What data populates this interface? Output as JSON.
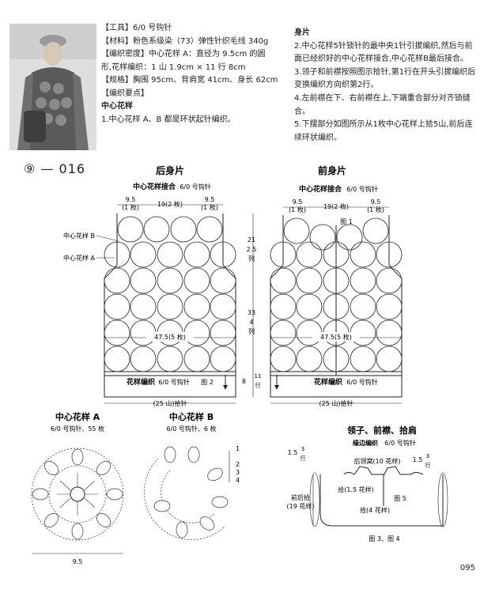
{
  "photo_alt": "毛衣模特照片",
  "code": "⑨ — 016",
  "info": {
    "tools": "【工具】6/0 号钩针",
    "material": "【材料】粉色系级染（73）弹性针织毛线 340g",
    "gauge_1": "【编织密度】中心花样 A：直径为 9.5cm 的圆",
    "gauge_2": "形,花样编织：1 山 1.9cm × 11 行 8cm",
    "size": "【规格】胸围 95cm、背肩宽 41cm、身长 62cm",
    "points": "【编织要点】",
    "center": "中心花样",
    "step1": "1.中心花样 A、B 都是环状起针编织。"
  },
  "body": {
    "title": "身片",
    "p2": "2.中心花样5针锁针的最中央1针引拔编织,然后与前面已经织好的中心花样接合,中心花样B最后接合。",
    "p3": "3.领子和前襟按照图示拾针,第1行在开头引拔编织后变换编织方向织第2行。",
    "p4": "4.左前襟在下、右前襟在上,下端重合部分对齐锁缝合。",
    "p5": "5.下摆部分如图所示从1枚中心花样上拾5山,前后连续环状编织。"
  },
  "back": {
    "title": "后身片",
    "sub": "中心花样接合",
    "hook": "6/0 号钩针",
    "shoulder_l": "9.5",
    "shoulder_l2": "(1 枚)",
    "neck": "19(2 枚)",
    "shoulder_r": "9.5",
    "shoulder_r2": "(1 枚)",
    "label_b": "中心花样 B",
    "label_a": "中心花样 A",
    "width": "47.5(5 枚)",
    "hem": "花样编织",
    "hem_hook": "6/0 号钩针",
    "fig": "图 2",
    "bottom": "(25 山)拾针",
    "h1": "21",
    "h1b": "2.5",
    "h1c": "列",
    "h2": "33",
    "h2b": "4",
    "h2c": "列",
    "h3": "8",
    "h3b": "11",
    "h3c": "行"
  },
  "front": {
    "title": "前身片",
    "sub": "中心花样接合",
    "hook": "6/0 号钩针",
    "shoulder_l": "9.5",
    "shoulder_l2": "(1 枚)",
    "neck": "19(2 枚)",
    "shoulder_r": "9.5",
    "shoulder_r2": "(1 枚)",
    "fig1": "图 1",
    "width": "47.5(5 枚)",
    "hem": "花样编织",
    "hem_hook": "6/0 号钩针",
    "bottom": "(25 山)拾针"
  },
  "motif_a": {
    "title": "中心花样 A",
    "sub": "6/0 号钩针、55 枚",
    "dim": "9.5"
  },
  "motif_b": {
    "title": "中心花样 B",
    "sub": "6/0 号钩针、6 枚",
    "r1": "4",
    "r2": "3",
    "r3": "2",
    "r4": "1"
  },
  "collar": {
    "title": "领子、前襟、拾肩",
    "sub": "缘边编织",
    "hook": "6/0 号钩针",
    "left_dim": "1.5",
    "left_rows": "3",
    "left_unit": "行",
    "right_dim": "1.5",
    "right_rows": "3",
    "right_unit": "行",
    "back_neck": "后领窝(10 花样)",
    "pick1": "拾(1.5 花样)",
    "pick2": "拾(4 花样)",
    "fig5": "图 5",
    "front_pick_1": "前后拾",
    "front_pick_2": "(19 花样)",
    "figs": "图 3、图 4"
  },
  "page_number": "095"
}
